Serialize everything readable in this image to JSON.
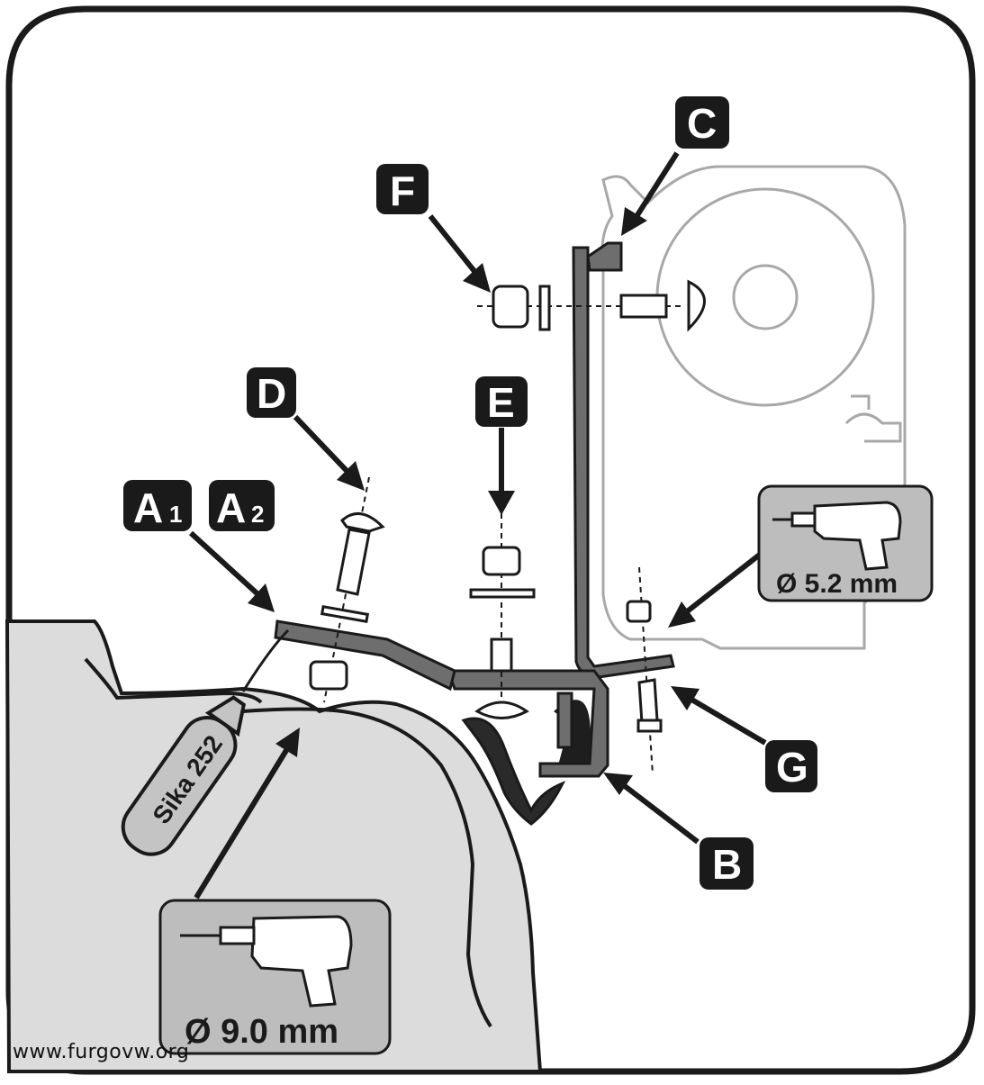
{
  "labels": {
    "a1": "A",
    "a1_sub": "1",
    "a2": "A",
    "a2_sub": "2",
    "b": "B",
    "c": "C",
    "d": "D",
    "e": "E",
    "f": "F",
    "g": "G"
  },
  "sealant": {
    "text": "Sika 252"
  },
  "drill_small": {
    "icon": "drill-icon",
    "diameter": "Ø 5.2 mm"
  },
  "drill_large": {
    "icon": "drill-icon",
    "diameter": "Ø 9.0 mm"
  },
  "watermark": "www.furgovw.org",
  "colors": {
    "label_bg": "#1a1a1a",
    "body_gray": "#dcdcdc",
    "bracket_gray": "#6e6e6e",
    "panel_gray": "#bdbdbd"
  }
}
